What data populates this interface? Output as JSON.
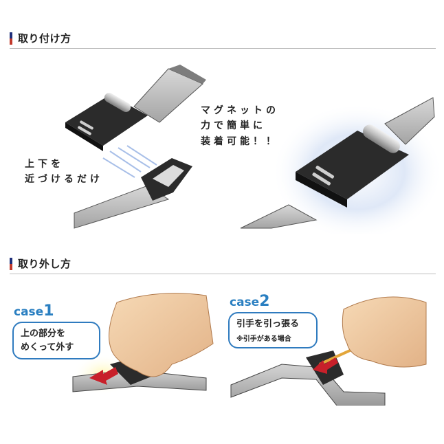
{
  "sections": {
    "attach": {
      "title": "取り付け方"
    },
    "remove": {
      "title": "取り外し方"
    }
  },
  "attach_labels": {
    "left_line1": "上下を",
    "left_line2": "近づけるだけ",
    "right_line1": "マグネットの",
    "right_line2": "力で簡単に",
    "right_line3": "装着可能！！"
  },
  "cases": [
    {
      "word": "case",
      "num": "1",
      "bubble_line1": "上の部分を",
      "bubble_line2": "めくって外す",
      "note": ""
    },
    {
      "word": "case",
      "num": "2",
      "bubble_line1": "引手を引っ張る",
      "bubble_line2": "",
      "note": "※引手がある場合"
    }
  ],
  "colors": {
    "accent_blue": "#2a7fc1",
    "heading_navy": "#1f2f7a",
    "heading_red": "#c23a2c",
    "arrow_red": "#c8202a",
    "strap_gray": "#a9a9a9",
    "buckle_dark": "#2b2b2b"
  },
  "icons": [
    "magnet-buckle-icon",
    "hand-icon",
    "red-arrow-icon",
    "strap-pull-tab-icon"
  ]
}
